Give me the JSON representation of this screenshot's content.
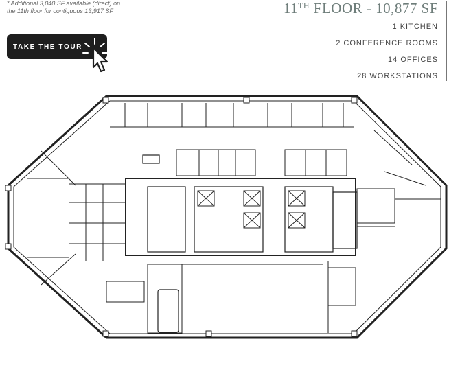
{
  "note": {
    "line1": "* Additional 3,040 SF available (direct) on",
    "line2": "the 11th floor for contiguous 13,917 SF"
  },
  "tour_button": {
    "label": "TAKE THE TOUR"
  },
  "icons": {
    "pointer": "hand-pointer-click-icon"
  },
  "floor": {
    "number": "11",
    "suffix": "TH",
    "rest": " FLOOR - 10,877 SF"
  },
  "stats": {
    "kitchen": "1 KITCHEN",
    "conference": "2 CONFERENCE ROOMS",
    "offices": "14 OFFICES",
    "workstations": "28 WORKSTATIONS"
  },
  "colors": {
    "title": "#6e7d7a",
    "button_bg": "#1e1e1e",
    "plan_line": "#222222"
  }
}
